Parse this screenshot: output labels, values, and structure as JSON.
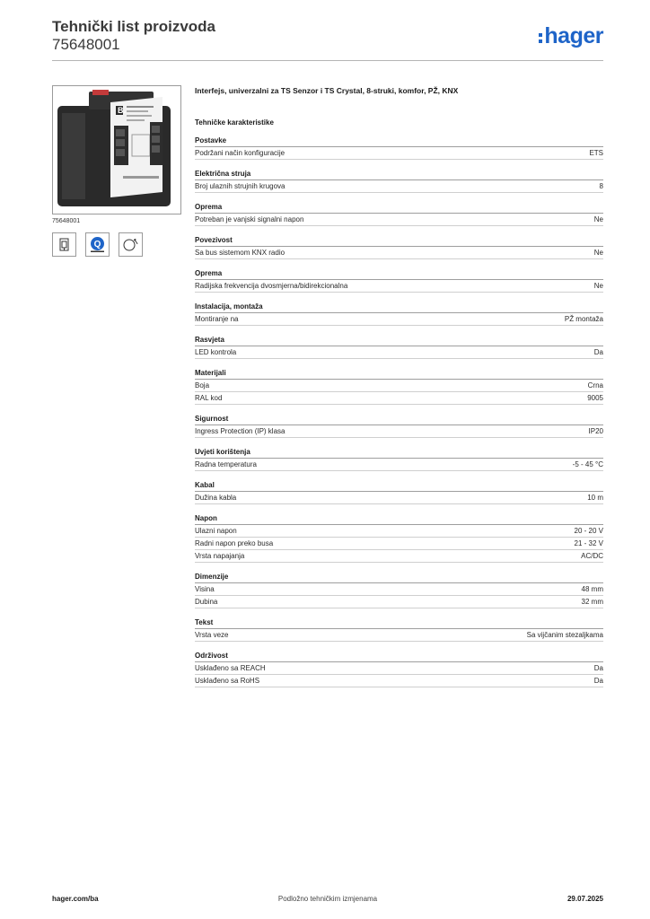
{
  "header": {
    "title": "Tehnički list proizvoda",
    "number": "75648001",
    "logo": "hager",
    "logo_color": "#1e64c8"
  },
  "product": {
    "image_code": "75648001",
    "image_label_text": "B.",
    "certifications": [
      "product-symbol-icon",
      "quality-mark-icon",
      "sensor-symbol-icon"
    ]
  },
  "main": {
    "description": "Interfejs, univerzalni za TS Senzor i TS Crystal, 8-struki, komfor, PŽ, KNX",
    "section_title": "Tehničke karakteristike"
  },
  "groups": [
    {
      "title": "Postavke",
      "rows": [
        {
          "label": "Podržani način konfiguracije",
          "value": "ETS"
        }
      ]
    },
    {
      "title": "Električna struja",
      "rows": [
        {
          "label": "Broj ulaznih strujnih krugova",
          "value": "8"
        }
      ]
    },
    {
      "title": "Oprema",
      "rows": [
        {
          "label": "Potreban je vanjski signalni napon",
          "value": "Ne"
        }
      ]
    },
    {
      "title": "Povezivost",
      "rows": [
        {
          "label": "Sa bus sistemom KNX radio",
          "value": "Ne"
        }
      ]
    },
    {
      "title": "Oprema",
      "rows": [
        {
          "label": "Radijska frekvencija dvosmjerna/bidirekcionalna",
          "value": "Ne"
        }
      ]
    },
    {
      "title": "Instalacija, montaža",
      "rows": [
        {
          "label": "Montiranje na",
          "value": "PŽ montaža"
        }
      ]
    },
    {
      "title": "Rasvjeta",
      "rows": [
        {
          "label": "LED kontrola",
          "value": "Da"
        }
      ]
    },
    {
      "title": "Materijali",
      "rows": [
        {
          "label": "Boja",
          "value": "Crna"
        },
        {
          "label": "RAL kod",
          "value": "9005"
        }
      ]
    },
    {
      "title": "Sigurnost",
      "rows": [
        {
          "label": "Ingress Protection (IP) klasa",
          "value": "IP20"
        }
      ]
    },
    {
      "title": "Uvjeti korištenja",
      "rows": [
        {
          "label": "Radna temperatura",
          "value": "-5 - 45 °C"
        }
      ]
    },
    {
      "title": "Kabal",
      "rows": [
        {
          "label": "Dužina kabla",
          "value": "10 m"
        }
      ]
    },
    {
      "title": "Napon",
      "rows": [
        {
          "label": "Ulazni napon",
          "value": "20 - 20 V"
        },
        {
          "label": "Radni napon preko busa",
          "value": "21 - 32 V"
        },
        {
          "label": "Vrsta napajanja",
          "value": "AC/DC"
        }
      ]
    },
    {
      "title": "Dimenzije",
      "rows": [
        {
          "label": "Visina",
          "value": "48 mm"
        },
        {
          "label": "Dubina",
          "value": "32 mm"
        }
      ]
    },
    {
      "title": "Tekst",
      "rows": [
        {
          "label": "Vrsta veze",
          "value": "Sa vijčanim stezaljkama"
        }
      ]
    },
    {
      "title": "Održivost",
      "rows": [
        {
          "label": "Usklađeno sa REACH",
          "value": "Da"
        },
        {
          "label": "Usklađeno sa RoHS",
          "value": "Da"
        }
      ]
    }
  ],
  "footer": {
    "website": "hager.com/ba",
    "note": "Podložno tehničkim izmjenama",
    "date": "29.07.2025"
  }
}
